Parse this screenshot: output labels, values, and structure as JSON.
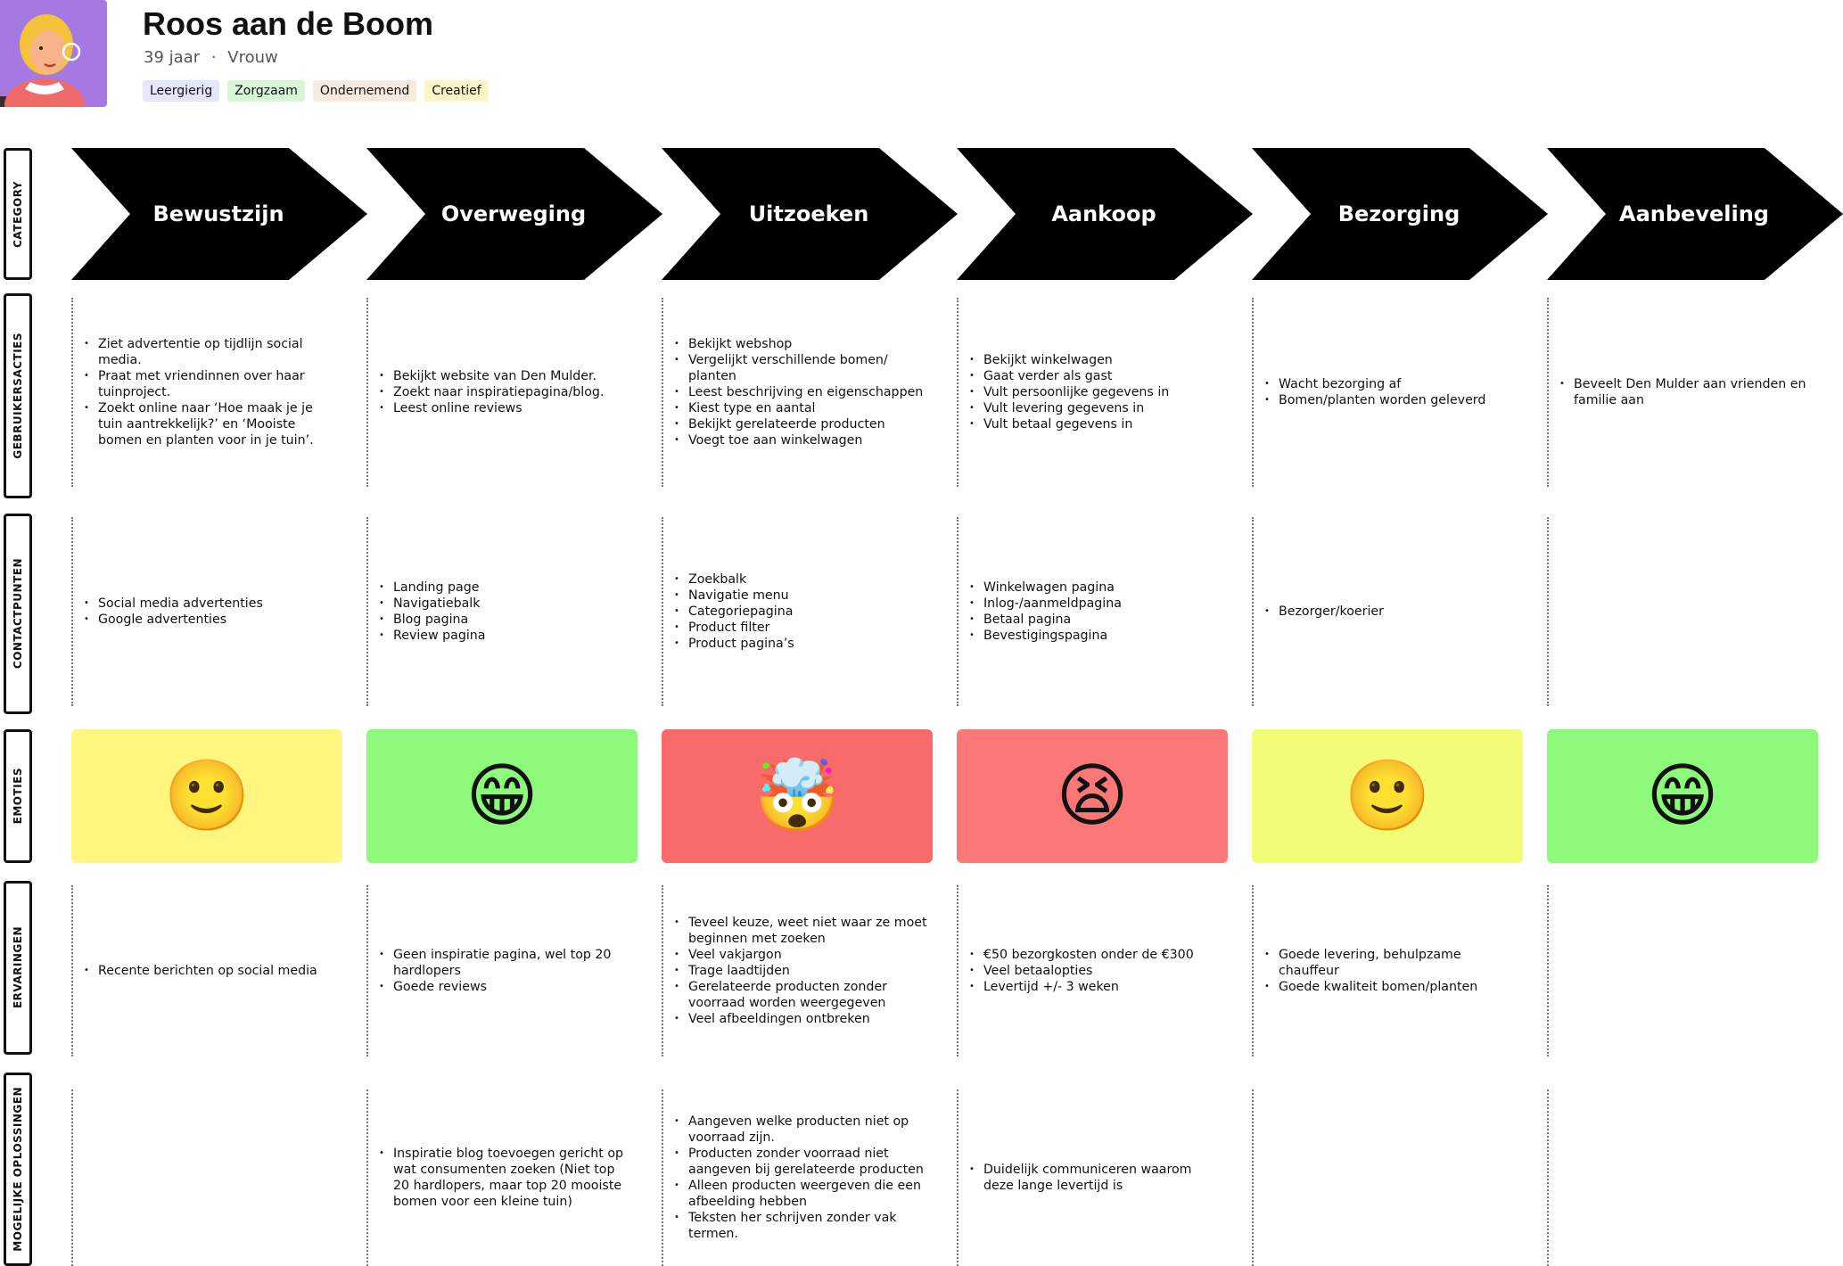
{
  "persona": {
    "name": "Roos aan de Boom",
    "age": "39 jaar",
    "separator": "·",
    "gender": "Vrouw",
    "tags": [
      {
        "label": "Leergierig",
        "color": "#e6e6fa"
      },
      {
        "label": "Zorgzaam",
        "color": "#d7f5d7"
      },
      {
        "label": "Ondernemend",
        "color": "#f7ebe0"
      },
      {
        "label": "Creatief",
        "color": "#fbf5c7"
      }
    ]
  },
  "row_labels": {
    "category": "CATEGORY",
    "actions": "GEBRUIKERSACTIES",
    "touchpoints": "CONTACTPUNTEN",
    "emotions": "EMOTIES",
    "experiences": "ERVARINGEN",
    "solutions": "MOGELIJKE OPLOSSINGEN"
  },
  "phases": [
    "Bewustzijn",
    "Overweging",
    "Uitzoeken",
    "Aankoop",
    "Bezorging",
    "Aanbeveling"
  ],
  "actions": [
    [
      "Ziet advertentie op tijdlijn social media.",
      "Praat met vriendinnen over haar tuinproject.",
      "Zoekt online naar ‘Hoe maak je je tuin aantrekkelijk?’ en ‘Mooiste bomen en planten voor in je tuin’."
    ],
    [
      "Bekijkt website van Den Mulder.",
      "Zoekt naar inspiratiepagina/blog.",
      "Leest online reviews"
    ],
    [
      "Bekijkt webshop",
      "Vergelijkt verschillende bomen/ planten",
      "Leest beschrijving en eigenschappen",
      "Kiest type en aantal",
      "Bekijkt gerelateerde producten",
      "Voegt toe aan winkelwagen"
    ],
    [
      "Bekijkt winkelwagen",
      "Gaat verder als gast",
      "Vult persoonlijke gegevens in",
      "Vult levering gegevens in",
      "Vult betaal gegevens in"
    ],
    [
      "Wacht bezorging af",
      "Bomen/planten worden geleverd"
    ],
    [
      "Beveelt Den Mulder aan vrienden en familie aan"
    ]
  ],
  "touchpoints": [
    [
      "Social media advertenties",
      "Google advertenties"
    ],
    [
      "Landing page",
      "Navigatiebalk",
      "Blog pagina",
      "Review pagina"
    ],
    [
      "Zoekbalk",
      "Navigatie menu",
      "Categoriepagina",
      "Product filter",
      "Product pagina’s"
    ],
    [
      "Winkelwagen pagina",
      "Inlog-/aanmeldpagina",
      "Betaal pagina",
      "Bevestigingspagina"
    ],
    [
      "Bezorger/koerier"
    ],
    []
  ],
  "emotions": [
    {
      "emoji": "🙂",
      "icon": "slightly-smiling-face",
      "color": "#fdf67f"
    },
    {
      "emoji": "😁",
      "icon": "beaming-face",
      "color": "#8dfa7b"
    },
    {
      "emoji": "🤯",
      "icon": "exploding-head",
      "color": "#f96b6b"
    },
    {
      "emoji": "😫",
      "icon": "tired-face",
      "color": "#fc7777"
    },
    {
      "emoji": "🙂",
      "icon": "slightly-smiling-face",
      "color": "#f3fc76"
    },
    {
      "emoji": "😁",
      "icon": "beaming-face",
      "color": "#8dfa7b"
    }
  ],
  "experiences": [
    [
      "Recente berichten op social media"
    ],
    [
      "Geen inspiratie pagina, wel top 20 hardlopers",
      "Goede reviews"
    ],
    [
      "Teveel keuze, weet niet waar ze moet beginnen met zoeken",
      "Veel vakjargon",
      "Trage laadtijden",
      "Gerelateerde producten zonder voorraad worden weergegeven",
      "Veel afbeeldingen ontbreken"
    ],
    [
      "€50 bezorgkosten onder de €300",
      "Veel betaalopties",
      "Levertijd +/- 3 weken"
    ],
    [
      "Goede levering, behulpzame chauffeur",
      "Goede kwaliteit bomen/planten"
    ],
    []
  ],
  "solutions": [
    [],
    [
      "Inspiratie blog toevoegen gericht op wat consumenten zoeken (Niet top 20 hardlopers, maar top 20 mooiste bomen voor een kleine tuin)"
    ],
    [
      "Aangeven welke producten niet op voorraad zijn.",
      "Producten zonder voorraad niet aangeven bij gerelateerde producten",
      "Alleen producten weergeven die een afbeelding hebben",
      "Teksten her schrijven zonder vak termen."
    ],
    [
      "Duidelijk communiceren waarom deze lange levertijd is"
    ],
    [],
    []
  ]
}
